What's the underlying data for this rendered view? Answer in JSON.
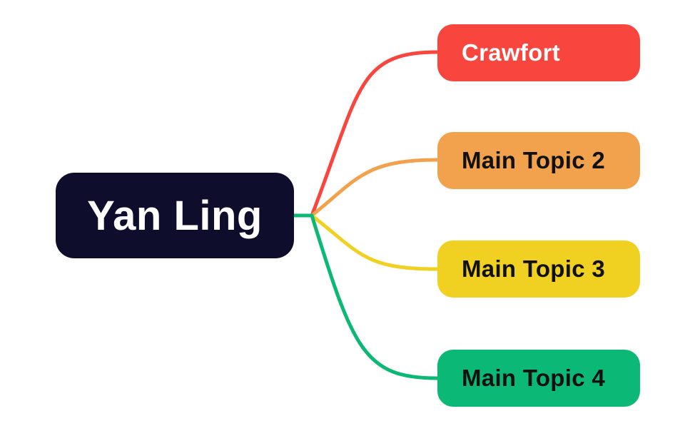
{
  "diagram": {
    "background_color": "#ffffff",
    "root": {
      "label": "Yan Ling",
      "bg_color": "#0E0E2C",
      "text_color": "#ffffff"
    },
    "topics": [
      {
        "label": "Crawfort",
        "bg_color": "#F8463F",
        "text_color": "#ffffff",
        "line_color": "#F8463F"
      },
      {
        "label": "Main Topic 2",
        "bg_color": "#F2A24D",
        "text_color": "#111111",
        "line_color": "#F2A24D"
      },
      {
        "label": "Main Topic 3",
        "bg_color": "#F0D122",
        "text_color": "#111111",
        "line_color": "#F0D122"
      },
      {
        "label": "Main Topic 4",
        "bg_color": "#0CB876",
        "text_color": "#111111",
        "line_color": "#0CB876"
      }
    ]
  }
}
